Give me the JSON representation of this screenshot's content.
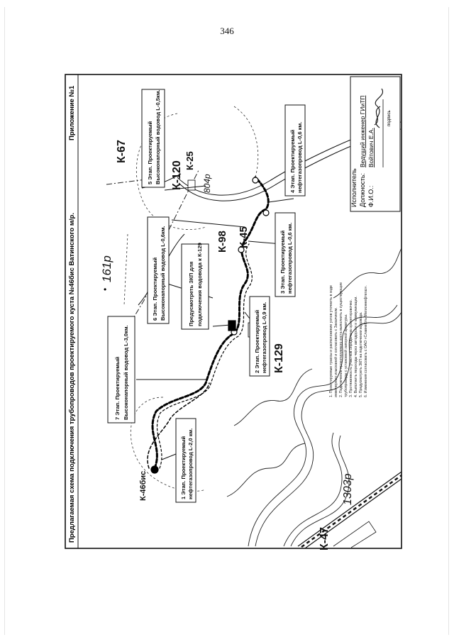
{
  "page_number": "346",
  "sheet": {
    "title": "Предлагаемая схема подключения трубопроводов проектируемого куста №46бис Ватинского м/р.",
    "appendix": "Приложение №1"
  },
  "wells": {
    "k67": "К-67",
    "k120": "К-120",
    "k25": "К-25",
    "k98": "К-98",
    "k45": "К-45",
    "k129": "К-129",
    "k46bis": "К-46бис",
    "k47": "К-47"
  },
  "markers": {
    "m161": "161р",
    "m804": "804р",
    "m1303": "1303р"
  },
  "callouts": {
    "stage1": [
      "1 Этап. Проектируемый",
      "нефтегазопровод L-2,0 км."
    ],
    "stage2": [
      "2 Этап. Проектируемый",
      "нефтегазопровод L-0,9 км."
    ],
    "stage3": [
      "3 Этап. Проектируемый",
      "нефтегазопровод L-0,6 км."
    ],
    "stage4": [
      "4 Этап. Проектируемый",
      "нефтегазопровод L-0,6 км."
    ],
    "stage5": [
      "5 Этап. Проектируемый",
      "Высоконапорный водовод L-0,5км."
    ],
    "stage6": [
      "6 Этап. Проектируемый",
      "Высоконапорный водовод L-0,6км."
    ],
    "stage7": [
      "7 Этап. Проектируемый",
      "Высоконапорный водовод L-3,0км."
    ],
    "zkp": [
      "Предусмотреть ЗКП для",
      "подключения водовода к К-129"
    ]
  },
  "notes": [
    "1. Проектируемые трассы и расположение узлов уточнить в ходе",
    "инженерных изысканий и согласовать с Заказчиком.",
    "2. Подключение проектируемого куста выполнить в существующие",
    "трубопроводы с установкой запорной арматуры.",
    "3. Протяженность участков определена ориентировочно.",
    "4. Выполнить переходы через автодороги и коммуникации.",
    "5. Предусмотреть ЗКП на подключении водовода.",
    "6. Изменения согласовать с ОАО «Славнефть-Мегионнефтегаз»."
  ],
  "signature": {
    "executor_label": "Исполнитель",
    "position_label": "Должность:",
    "name_label": "Ф.И.О.:",
    "position_value": "Ведущий инженер ГИиТП",
    "name_value": "Войтович Е.А.",
    "sign_caption": "подпись"
  },
  "colors": {
    "ink": "#111111",
    "faint": "#9a9a9a",
    "pipeline": "#000000"
  }
}
